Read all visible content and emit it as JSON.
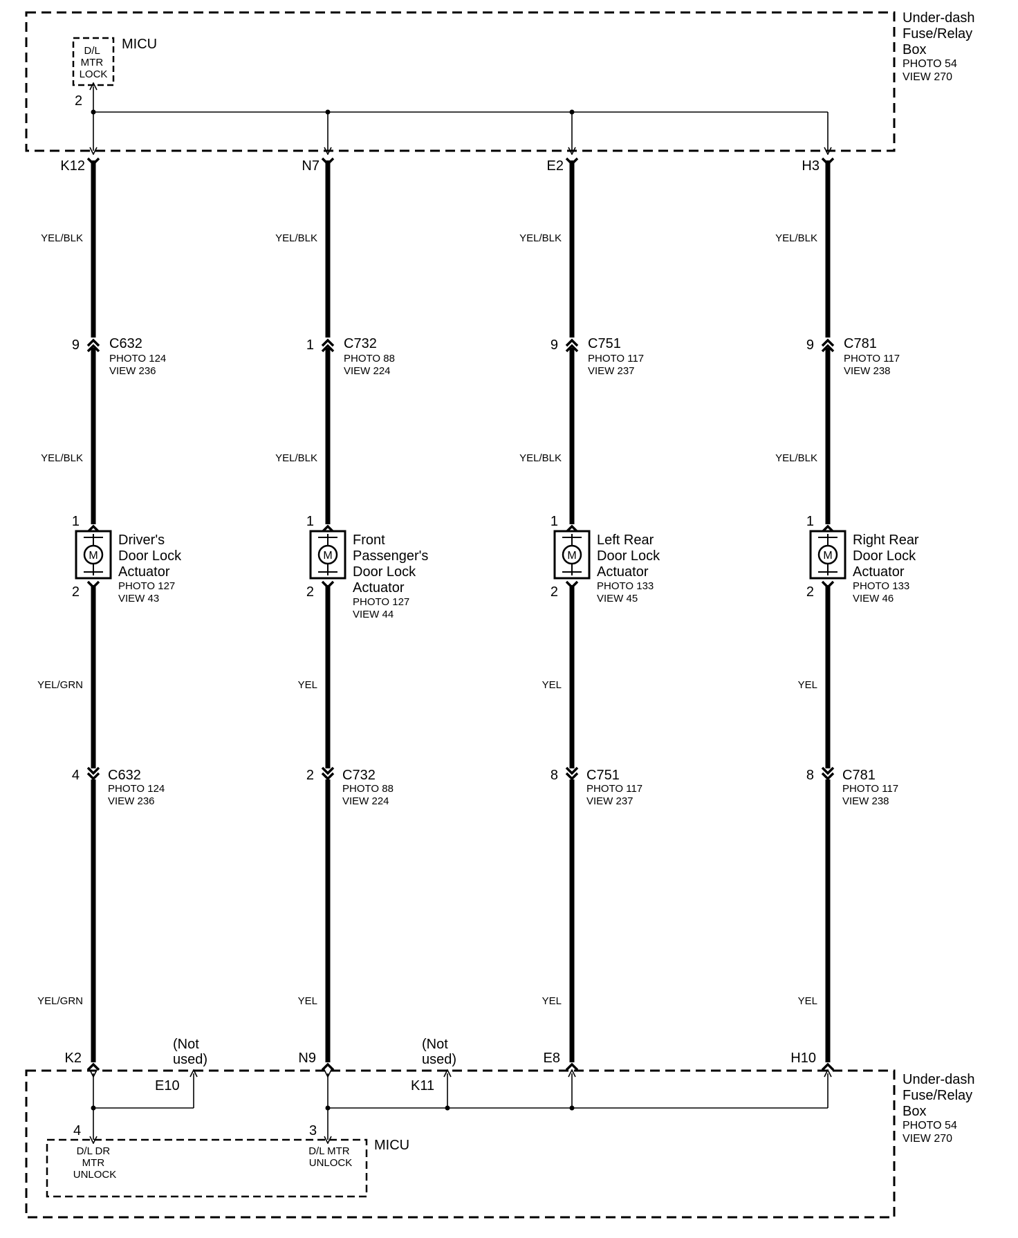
{
  "top_box": {
    "title": [
      "Under-dash",
      "Fuse/Relay",
      "Box"
    ],
    "photo": "PHOTO 54",
    "view": "VIEW 270",
    "micu_label": "MICU",
    "micu_function": [
      "D/L",
      "MTR",
      "LOCK"
    ],
    "micu_pin": "2"
  },
  "bottom_box": {
    "title": [
      "Under-dash",
      "Fuse/Relay",
      "Box"
    ],
    "photo": "PHOTO 54",
    "view": "VIEW 270",
    "micu_label": "MICU",
    "unlock_dr": {
      "pin": "4",
      "function": [
        "D/L DR",
        "MTR",
        "UNLOCK"
      ]
    },
    "unlock_all": {
      "pin": "3",
      "function": [
        "D/L MTR",
        "UNLOCK"
      ]
    },
    "not_used_1": {
      "text": [
        "(Not",
        "used)"
      ],
      "terminal": "E10"
    },
    "not_used_2": {
      "text": [
        "(Not",
        "used)"
      ],
      "terminal": "K11"
    }
  },
  "circuits": [
    {
      "top_terminal": "K12",
      "bottom_terminal": "K2",
      "wire_upper": "YEL/BLK",
      "wire_middle": "YEL/BLK",
      "wire_lower_1": "YEL/GRN",
      "wire_lower_2": "YEL/GRN",
      "conn_top": {
        "pin": "9",
        "name": "C632",
        "photo": "PHOTO 124",
        "view": "VIEW 236"
      },
      "conn_bottom": {
        "pin": "4",
        "name": "C632",
        "photo": "PHOTO 124",
        "view": "VIEW 236"
      },
      "actuator": {
        "pin_in": "1",
        "pin_out": "2",
        "symbol": "M",
        "name": [
          "Driver's",
          "Door Lock",
          "Actuator"
        ],
        "photo": "PHOTO 127",
        "view": "VIEW 43"
      }
    },
    {
      "top_terminal": "N7",
      "bottom_terminal": "N9",
      "wire_upper": "YEL/BLK",
      "wire_middle": "YEL/BLK",
      "wire_lower_1": "YEL",
      "wire_lower_2": "YEL",
      "conn_top": {
        "pin": "1",
        "name": "C732",
        "photo": "PHOTO 88",
        "view": "VIEW 224"
      },
      "conn_bottom": {
        "pin": "2",
        "name": "C732",
        "photo": "PHOTO 88",
        "view": "VIEW 224"
      },
      "actuator": {
        "pin_in": "1",
        "pin_out": "2",
        "symbol": "M",
        "name": [
          "Front",
          "Passenger's",
          "Door Lock",
          "Actuator"
        ],
        "photo": "PHOTO 127",
        "view": "VIEW 44"
      }
    },
    {
      "top_terminal": "E2",
      "bottom_terminal": "E8",
      "wire_upper": "YEL/BLK",
      "wire_middle": "YEL/BLK",
      "wire_lower_1": "YEL",
      "wire_lower_2": "YEL",
      "conn_top": {
        "pin": "9",
        "name": "C751",
        "photo": "PHOTO 117",
        "view": "VIEW 237"
      },
      "conn_bottom": {
        "pin": "8",
        "name": "C751",
        "photo": "PHOTO 117",
        "view": "VIEW 237"
      },
      "actuator": {
        "pin_in": "1",
        "pin_out": "2",
        "symbol": "M",
        "name": [
          "Left Rear",
          "Door Lock",
          "Actuator"
        ],
        "photo": "PHOTO 133",
        "view": "VIEW 45"
      }
    },
    {
      "top_terminal": "H3",
      "bottom_terminal": "H10",
      "wire_upper": "YEL/BLK",
      "wire_middle": "YEL/BLK",
      "wire_lower_1": "YEL",
      "wire_lower_2": "YEL",
      "conn_top": {
        "pin": "9",
        "name": "C781",
        "photo": "PHOTO 117",
        "view": "VIEW 238"
      },
      "conn_bottom": {
        "pin": "8",
        "name": "C781",
        "photo": "PHOTO 117",
        "view": "VIEW 238"
      },
      "actuator": {
        "pin_in": "1",
        "pin_out": "2",
        "symbol": "M",
        "name": [
          "Right Rear",
          "Door Lock",
          "Actuator"
        ],
        "photo": "PHOTO 133",
        "view": "VIEW 46"
      }
    }
  ]
}
